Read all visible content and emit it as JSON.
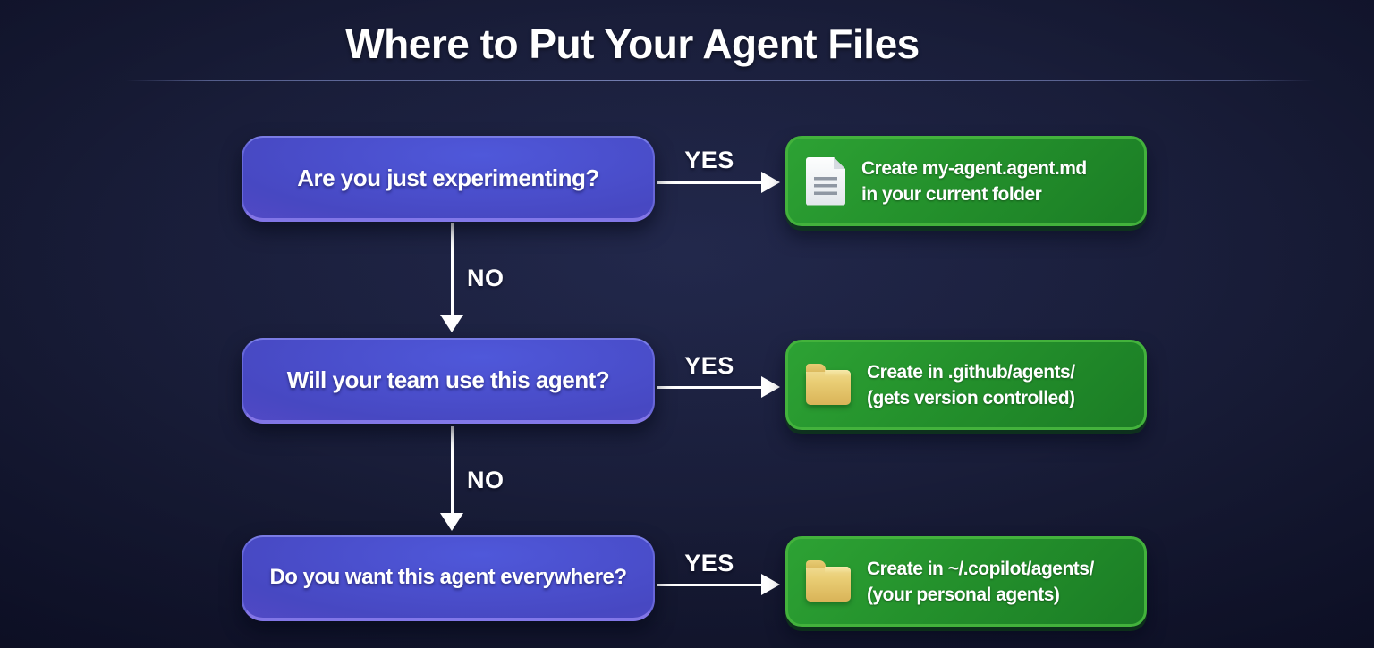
{
  "title": "Where to Put Your Agent Files",
  "flow": {
    "rows": [
      {
        "question": "Are you just experimenting?",
        "yes_label": "YES",
        "result_icon": "document-icon",
        "result_line1": "Create my-agent.agent.md",
        "result_line2": "in your current folder"
      },
      {
        "question": "Will your team use this agent?",
        "yes_label": "YES",
        "result_icon": "folder-icon",
        "result_line1": "Create in .github/agents/",
        "result_line2": "(gets version controlled)"
      },
      {
        "question": "Do you want this agent everywhere?",
        "yes_label": "YES",
        "result_icon": "folder-icon",
        "result_line1": "Create in ~/.copilot/agents/",
        "result_line2": "(your personal agents)"
      }
    ],
    "no_connectors": [
      {
        "label": "NO"
      },
      {
        "label": "NO"
      }
    ]
  },
  "colors": {
    "background": "#171b36",
    "question_box_blue": "#4748c2",
    "question_box_purple": "#6f58d6",
    "result_box_green": "#24912c",
    "result_box_border": "#43b23c",
    "arrow_white": "#ffffff",
    "folder_icon_yellow": "#e9cd74",
    "document_icon_white": "#f2f4f7",
    "divider": "#8894cc"
  }
}
